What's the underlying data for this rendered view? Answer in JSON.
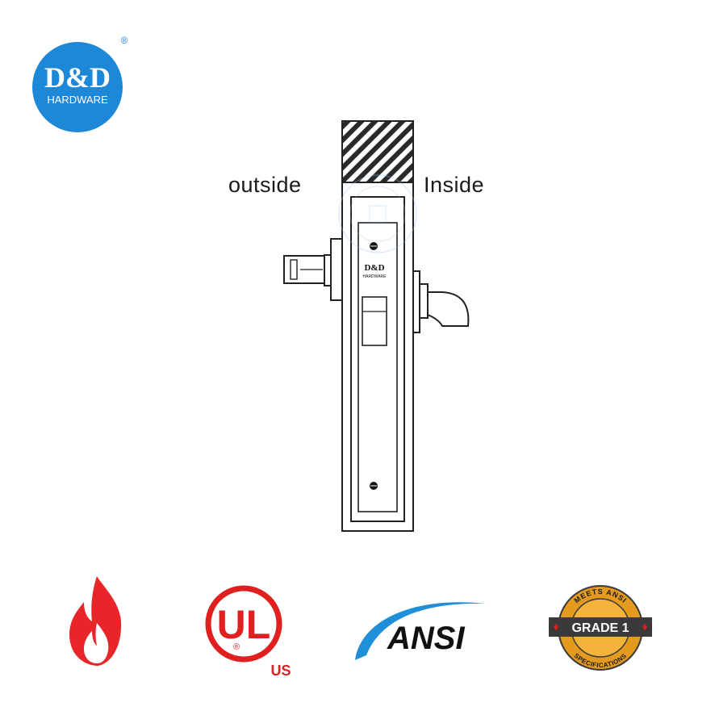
{
  "brand": {
    "name": "D&D",
    "subtitle": "HARDWARE",
    "registered": "®",
    "color": "#1e88d8"
  },
  "diagram": {
    "outside_label": "outside",
    "inside_label": "Inside",
    "faceplate_brand": "D&D",
    "faceplate_subtitle": "HARDWARE"
  },
  "certifications": {
    "fire": {
      "icon": "flame-icon",
      "color": "#e8262a"
    },
    "ul": {
      "letters": "UL",
      "registered": "®",
      "country": "US",
      "color": "#e0201e"
    },
    "ansi": {
      "text": "ANSI",
      "swoosh_color": "#1e8fd8"
    },
    "grade": {
      "top_text": "MEETS ANSI",
      "center_text": "GRADE 1",
      "bottom_text": "SPECIFICATIONS",
      "ring_color": "#e39a1f",
      "band_color": "#3a3a3a"
    }
  }
}
